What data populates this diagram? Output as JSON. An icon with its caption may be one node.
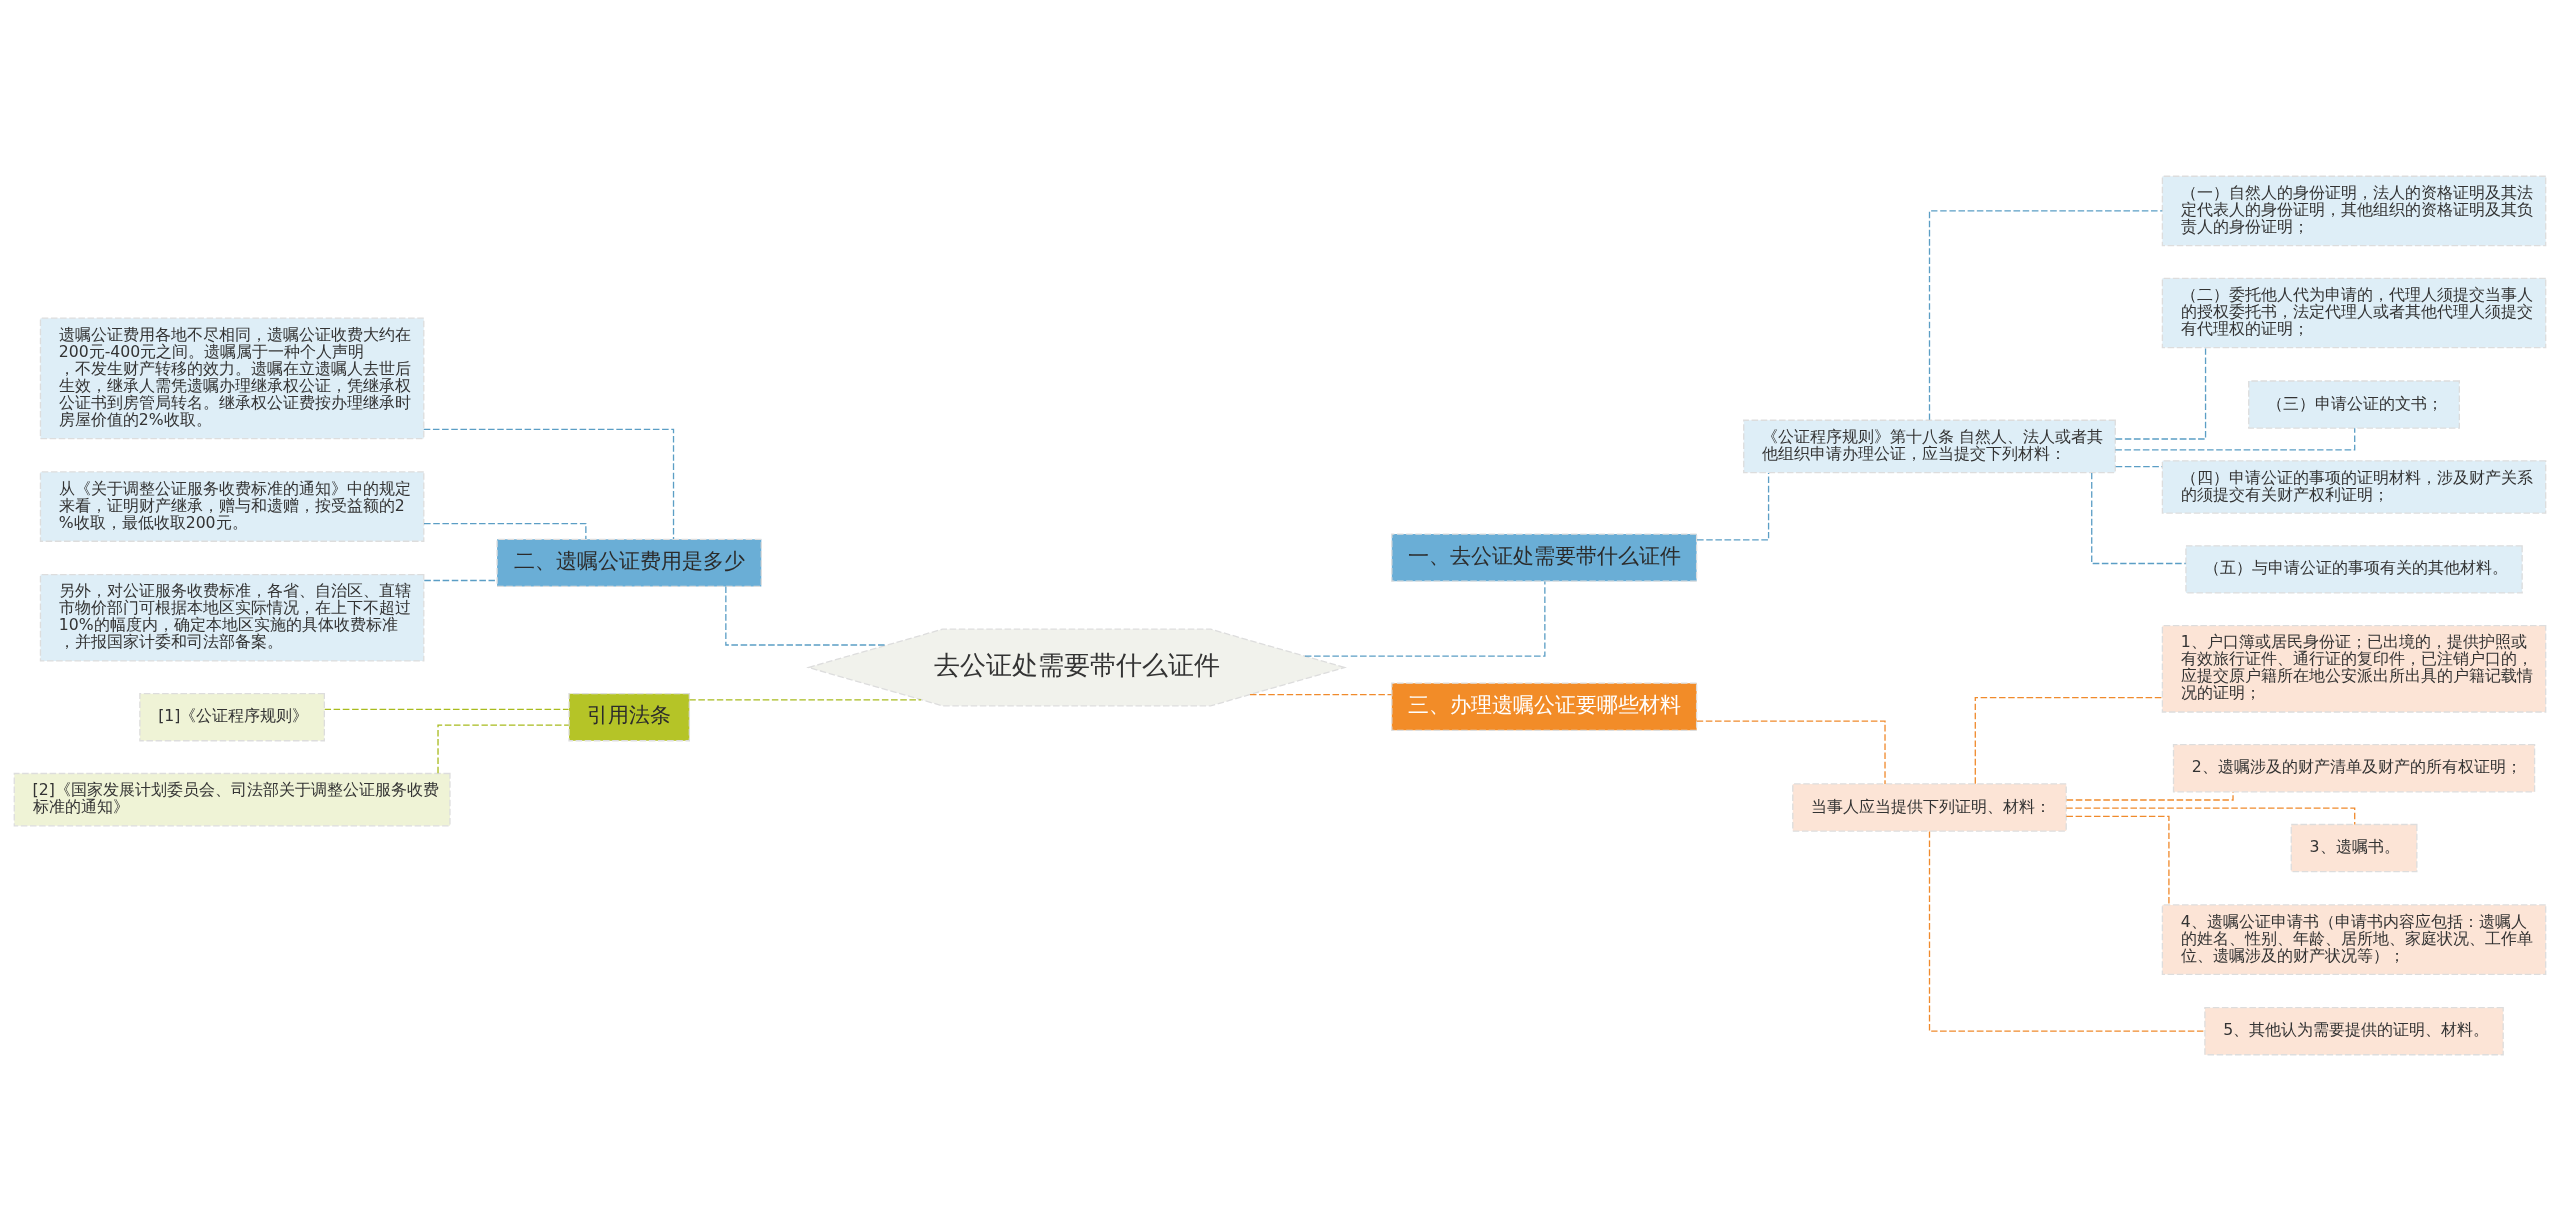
{
  "diagram": {
    "nodes": [
      {
        "text": [
          "去公证处需要带什么证件"
        ]
      },
      {
        "text": [
          "一、去公证处需要带什么证件"
        ]
      },
      {
        "text": [
          "《公证程序规则》第十八条 自然人、法人或者其他组织申请办理公证，应当提交下列材料："
        ]
      },
      {
        "text": [
          "（一）自然人的身份证明，法人的资格证明及其法定代表人的身份证明，其他组织的资格证明及其负责人的身份证明；"
        ]
      },
      {
        "text": [
          "（二）委托他人代为申请的，代理人须提交当事人的授权委托书，法定代理人或者其他代理人须提交有代理权的证明；"
        ]
      },
      {
        "text": [
          "（三）申请公证的文书；"
        ]
      },
      {
        "text": [
          "（四）申请公证的事项的证明材料，涉及财产关系的须提交有关财产权利证明；"
        ]
      },
      {
        "text": [
          "（五）与申请公证的事项有关的其他材料。"
        ]
      },
      {
        "text": [
          "三、办理遗嘱公证要哪些材料"
        ]
      },
      {
        "text": [
          "当事人应当提供下列证明、材料："
        ]
      },
      {
        "text": [
          "1、户口簿或居民身份证；已出境的，提供护照或有效旅行证件、通行证的复印件，已注销户口的，应提交原户籍所在地公安派出所出具的户籍记载情况的证明；"
        ]
      },
      {
        "text": [
          "2、遗嘱涉及的财产清单及财产的所有权证明；"
        ]
      },
      {
        "text": [
          "3、遗嘱书。"
        ]
      },
      {
        "text": [
          "4、遗嘱公证申请书（申请书内容应包括：遗嘱人的姓名、性别、年龄、居所地、家庭状况、工作单位、遗嘱涉及的财产状况等）；"
        ]
      },
      {
        "text": [
          "5、其他认为需要提供的证明、材料。"
        ]
      },
      {
        "text": [
          "二、遗嘱公证费用是多少"
        ]
      },
      {
        "text": [
          "遗嘱公证费用各地不尽相同，遗嘱公证收费大约在200元-400元之间。遗嘱属于一种个人声明，不发生财产转移的效力。遗嘱在立遗嘱人去世后生效，继承人需凭遗嘱办理继承权公证，凭继承权公证书到房管局转名。继承权公证费按办理继承时房屋价值的2%收取。"
        ]
      },
      {
        "text": [
          "从《关于调整公证服务收费标准的通知》中的规定来看，证明财产继承，赠与和遗赠，按受益额的2%收取，最低收取200元。"
        ]
      },
      {
        "text": [
          "另外，对公证服务收费标准，各省、自治区、直辖市物价部门可根据本地区实际情况，在上下不超过10%的幅度内，确定本地区实施的具体收费标准，并报国家计委和司法部备案。"
        ]
      },
      {
        "text": [
          "引用法条"
        ]
      },
      {
        "text": [
          "[1]《公证程序规则》"
        ]
      },
      {
        "text": [
          "[2]《国家发展计划委员会、司法部关于调整公证服务收费标准的通知》"
        ]
      }
    ],
    "edges": [
      {
        "from": 0,
        "to": 1,
        "arrow": "none",
        "style": "dashed"
      },
      {
        "from": 1,
        "to": 2,
        "arrow": "none",
        "style": "dashed"
      },
      {
        "from": 2,
        "to": 3,
        "arrow": "none",
        "style": "dashed"
      },
      {
        "from": 2,
        "to": 4,
        "arrow": "none",
        "style": "dashed"
      },
      {
        "from": 2,
        "to": 5,
        "arrow": "none",
        "style": "dashed"
      },
      {
        "from": 2,
        "to": 6,
        "arrow": "none",
        "style": "dashed"
      },
      {
        "from": 2,
        "to": 7,
        "arrow": "none",
        "style": "dashed"
      },
      {
        "from": 0,
        "to": 8,
        "arrow": "none",
        "style": "dashed",
        "color": "#f08a2c"
      },
      {
        "from": 8,
        "to": 9,
        "arrow": "none",
        "style": "dashed",
        "color": "#f08a2c"
      },
      {
        "from": 9,
        "to": 10,
        "arrow": "none",
        "style": "dashed",
        "color": "#f08a2c"
      },
      {
        "from": 9,
        "to": 11,
        "arrow": "none",
        "style": "dashed",
        "color": "#f08a2c"
      },
      {
        "from": 9,
        "to": 12,
        "arrow": "none",
        "style": "dashed",
        "color": "#f08a2c"
      },
      {
        "from": 9,
        "to": 13,
        "arrow": "none",
        "style": "dashed",
        "color": "#f08a2c"
      },
      {
        "from": 9,
        "to": 14,
        "arrow": "none",
        "style": "dashed",
        "color": "#f08a2c"
      },
      {
        "from": 0,
        "to": 15,
        "arrow": "none",
        "style": "dashed"
      },
      {
        "from": 15,
        "to": 16,
        "arrow": "none",
        "style": "dashed"
      },
      {
        "from": 15,
        "to": 17,
        "arrow": "none",
        "style": "dashed"
      },
      {
        "from": 15,
        "to": 18,
        "arrow": "none",
        "style": "dashed"
      },
      {
        "from": 0,
        "to": 19,
        "arrow": "none",
        "style": "dashed",
        "color": "#a8bb1e"
      },
      {
        "from": 19,
        "to": 20,
        "arrow": "none",
        "style": "dashed",
        "color": "#a8bb1e"
      },
      {
        "from": 19,
        "to": 21,
        "arrow": "none",
        "style": "dashed",
        "color": "#a8bb1e"
      }
    ]
  }
}
